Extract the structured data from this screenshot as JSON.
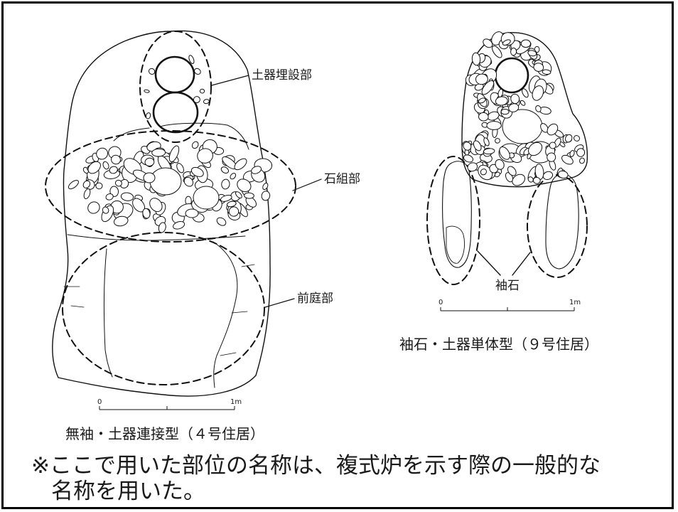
{
  "hearth_a": {
    "label_doki": "土器埋設部",
    "label_ishigumi": "石組部",
    "label_zentei": "前庭部",
    "scale_zero": "0",
    "scale_end": "1m",
    "caption": "無袖・土器連接型（４号住居）"
  },
  "hearth_b": {
    "label_sodeishi": "袖石",
    "scale_zero": "0",
    "scale_end": "1m",
    "caption": "袖石・土器単体型（９号住居）"
  },
  "note": {
    "line1": "※ここで用いた部位の名称は、複式炉を示す際の一般的な",
    "line2": "名称を用いた。"
  }
}
